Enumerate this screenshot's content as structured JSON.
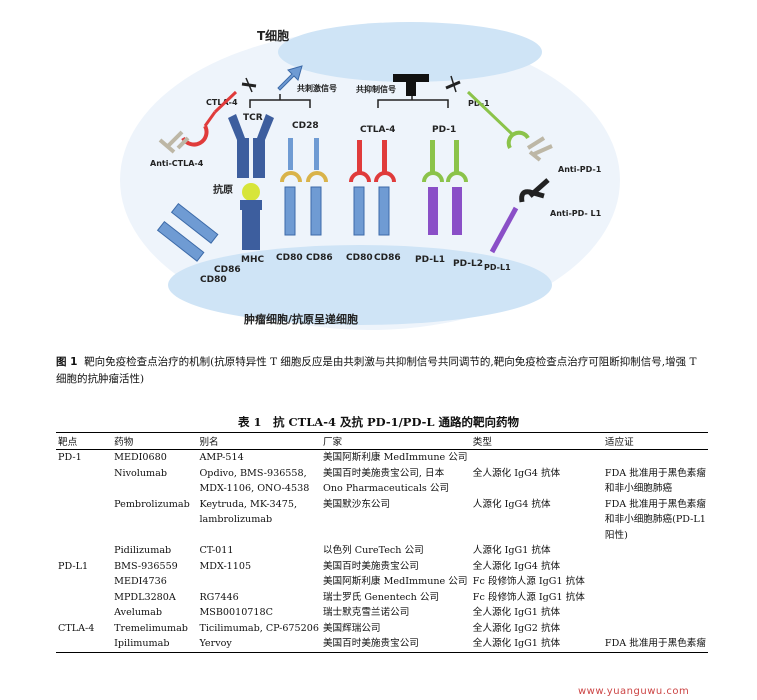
{
  "diagram": {
    "t_cell": "T细胞",
    "tumor_cell": "肿瘤细胞/抗原呈递细胞",
    "costim_signal": "共刺激信号",
    "coinhib_signal": "共抑制信号",
    "tcr": "TCR",
    "cd28": "CD28",
    "ctla4": "CTLA-4",
    "pd1": "PD-1",
    "antigen": "抗原",
    "mhc": "MHC",
    "cd80": "CD80",
    "cd86": "CD86",
    "pdl1": "PD-L1",
    "pdl2": "PD-L2",
    "anti_ctla4": "Anti-CTLA-4",
    "anti_pd1": "Anti-PD-1",
    "anti_pdl1": "Anti-PD- L1",
    "colors": {
      "ellipse": "#cfe4f6",
      "receptor": "#6f9bd3",
      "ctla4": "#e03b3b",
      "pd1": "#8bc34a",
      "pdl": "#8a4fc7",
      "cd28": "#d9b34a",
      "antigen": "#d7e53a",
      "antibody": "#bdb7a6"
    }
  },
  "figure": {
    "label": "图 1",
    "caption": "靶向免疫检查点治疗的机制(抗原特异性 T 细胞反应是由共刺激与共抑制信号共同调节的,靶向免疫检查点治疗可阻断抑制信号,增强 T 细胞的抗肿瘤活性)"
  },
  "table": {
    "title": "表 1　抗 CTLA-4 及抗 PD-1/PD-L 通路的靶向药物",
    "headers": [
      "靶点",
      "药物",
      "别名",
      "厂家",
      "类型",
      "适应证"
    ],
    "rows": [
      [
        "PD-1",
        "MEDI0680",
        "AMP-514",
        "美国阿斯利康 MedImmune 公司",
        "",
        ""
      ],
      [
        "",
        "Nivolumab",
        "Opdivo, BMS-936558,\nMDX-1106, ONO-4538",
        "美国百时美施贵宝公司, 日本\nOno Pharmaceuticals 公司",
        "全人源化 IgG4 抗体",
        "FDA 批准用于黑色素瘤\n和非小细胞肺癌"
      ],
      [
        "",
        "Pembrolizumab",
        "Keytruda, MK-3475,\nlambrolizumab",
        "美国默沙东公司",
        "人源化 IgG4 抗体",
        "FDA 批准用于黑色素瘤\n和非小细胞肺癌(PD-L1\n阳性)"
      ],
      [
        "",
        "Pidilizumab",
        "CT-011",
        "以色列 CureTech 公司",
        "人源化 IgG1 抗体",
        ""
      ],
      [
        "PD-L1",
        "BMS-936559",
        "MDX-1105",
        "美国百时美施贵宝公司",
        "全人源化 IgG4 抗体",
        ""
      ],
      [
        "",
        "MEDI4736",
        "",
        "美国阿斯利康 MedImmune 公司",
        "Fc 段修饰人源 IgG1 抗体",
        ""
      ],
      [
        "",
        "MPDL3280A",
        "RG7446",
        "瑞士罗氏 Genentech 公司",
        "Fc 段修饰人源 IgG1 抗体",
        ""
      ],
      [
        "",
        "Avelumab",
        "MSB0010718C",
        "瑞士默克雪兰诺公司",
        "全人源化 IgG1 抗体",
        ""
      ],
      [
        "CTLA-4",
        "Tremelimumab",
        "Ticilimumab, CP-675206",
        "美国辉瑞公司",
        "全人源化 IgG2 抗体",
        ""
      ],
      [
        "",
        "Ipilimumab",
        "Yervoy",
        "美国百时美施贵宝公司",
        "全人源化 IgG1 抗体",
        "FDA 批准用于黑色素瘤"
      ]
    ]
  },
  "watermark": "www.yuanguwu.com"
}
